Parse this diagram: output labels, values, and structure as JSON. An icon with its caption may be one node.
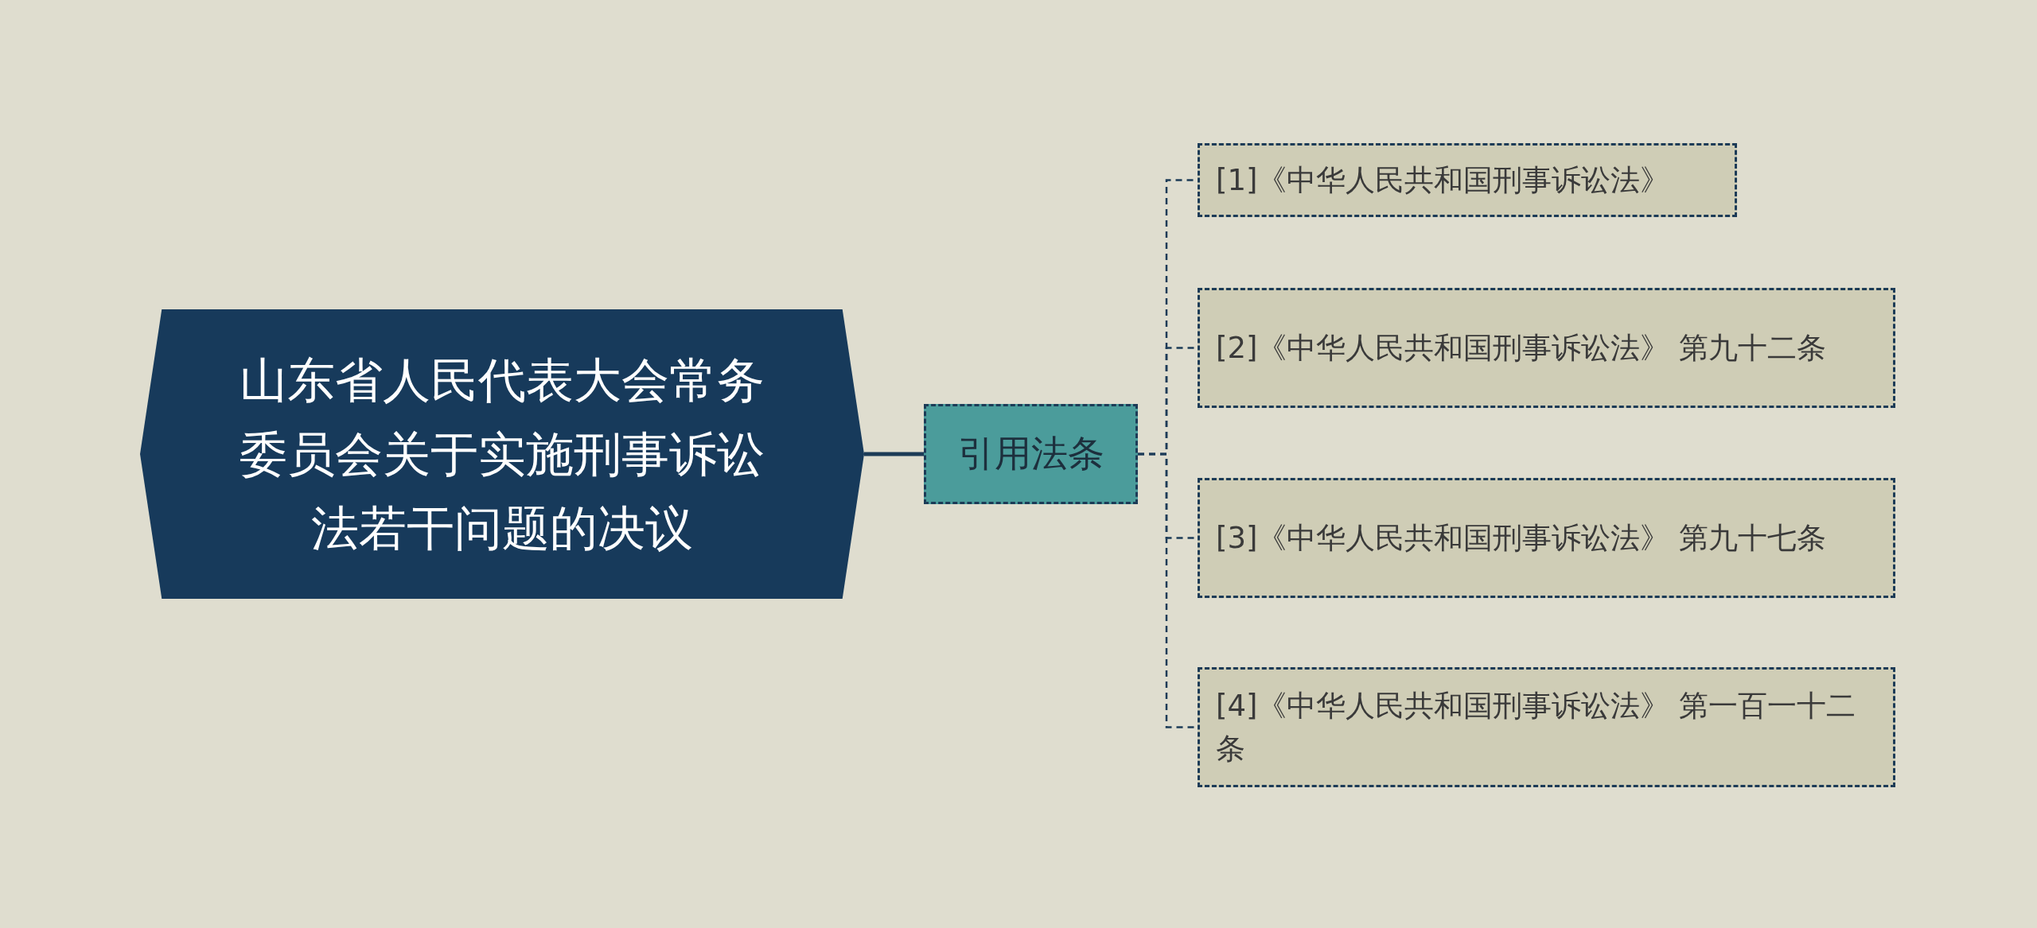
{
  "diagram": {
    "nodes": [
      {
        "text": [
          "山东省人民代表大会常务委员会关于实施刑事诉讼法若干问题的决议"
        ]
      },
      {
        "text": [
          "引用法条"
        ]
      },
      {
        "text": [
          "[1]《中华人民共和国刑事诉讼法》"
        ]
      },
      {
        "text": [
          "[2]《中华人民共和国刑事诉讼法》 第九十二条"
        ]
      },
      {
        "text": [
          "[3]《中华人民共和国刑事诉讼法》 第九十七条"
        ]
      },
      {
        "text": [
          "[4]《中华人民共和国刑事诉讼法》 第一百一十二条"
        ]
      }
    ],
    "edges": [
      {
        "from": 0,
        "to": 1,
        "arrow": "none"
      },
      {
        "from": 1,
        "to": 2,
        "arrow": "none",
        "style": "dashed"
      },
      {
        "from": 1,
        "to": 3,
        "arrow": "none",
        "style": "dashed"
      },
      {
        "from": 1,
        "to": 4,
        "arrow": "none",
        "style": "dashed"
      },
      {
        "from": 1,
        "to": 5,
        "arrow": "none",
        "style": "dashed"
      }
    ]
  }
}
